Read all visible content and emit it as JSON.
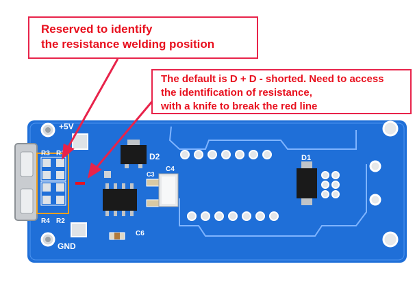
{
  "annotations": {
    "callout_top": {
      "lines": [
        "Reserved to identify",
        "the resistance welding position"
      ]
    },
    "callout_right": {
      "lines": [
        "The default is D + D - shorted. Need to access",
        "the identification of resistance,",
        "with a knife to break the red line"
      ]
    }
  },
  "board": {
    "silkscreen": {
      "plus_5v": "+5V",
      "gnd": "GND",
      "r3": "R3",
      "r1": "R1",
      "r4": "R4",
      "r2": "R2",
      "d2": "D2",
      "d1": "D1",
      "c3": "C3",
      "c4": "C4",
      "c6": "C6"
    },
    "colors": {
      "pcb": "#1f6fd8",
      "silkscreen": "#ffffff",
      "annotation": "#e8101e",
      "highlight_box": "#f0a020"
    }
  }
}
